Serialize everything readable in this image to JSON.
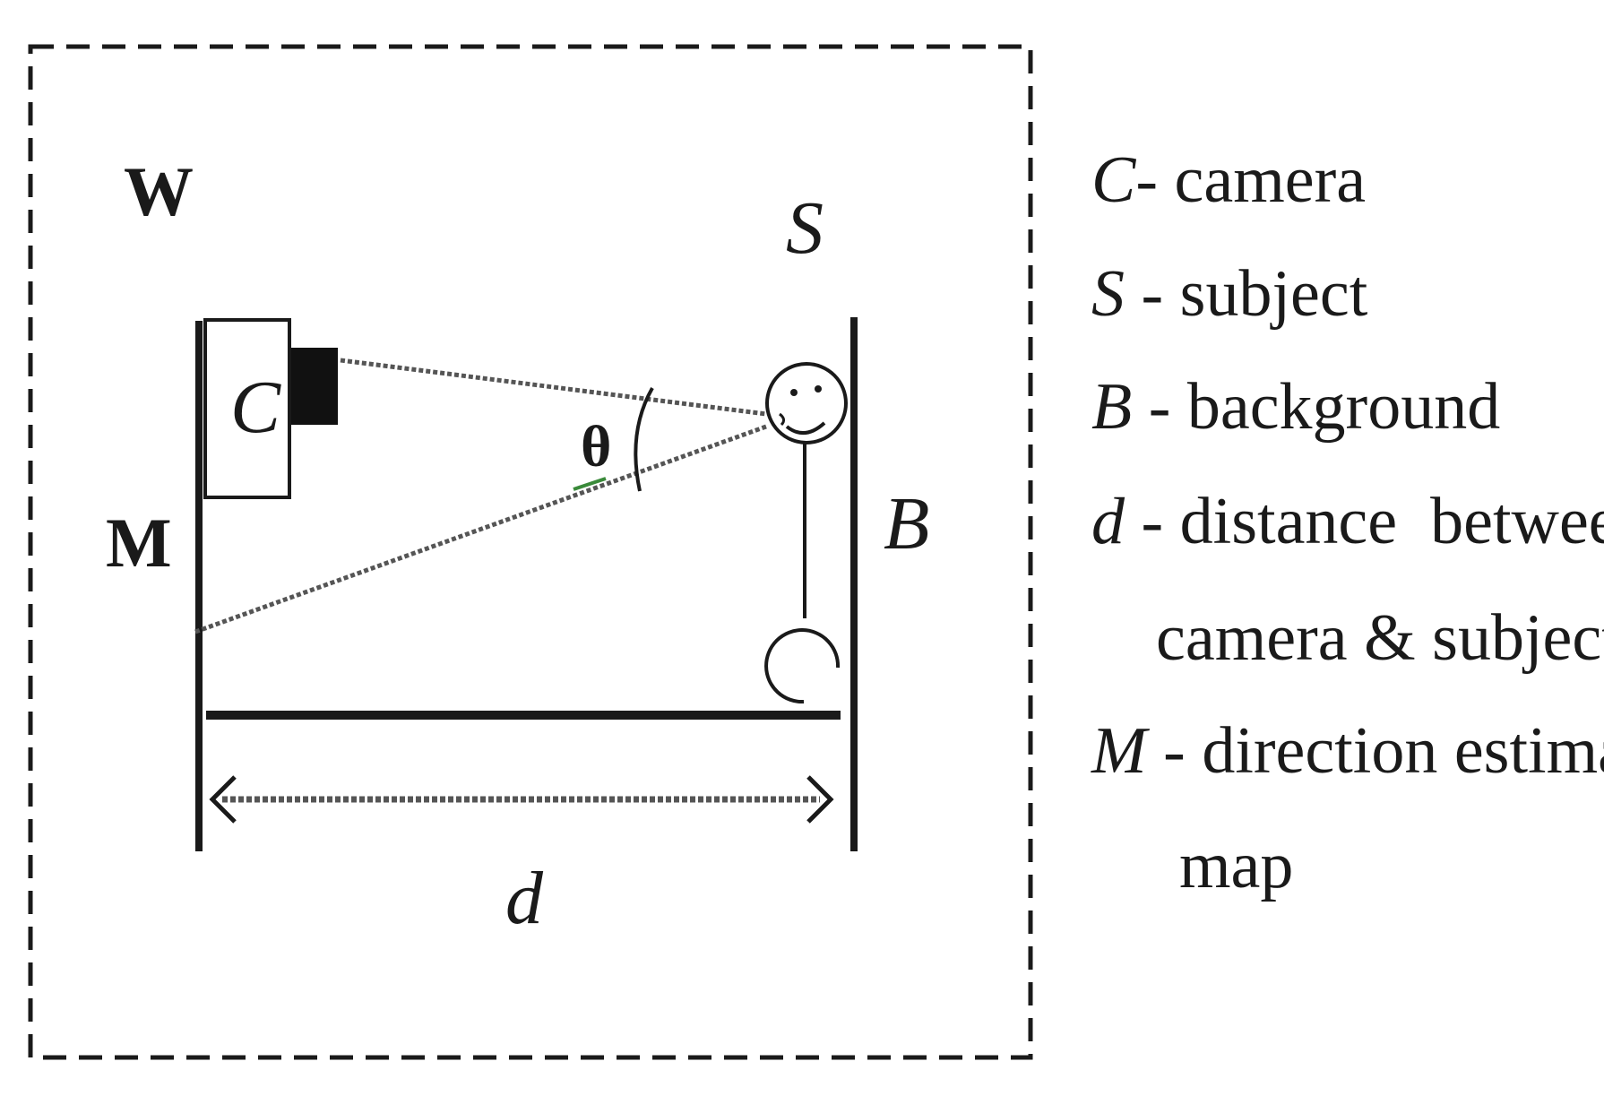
{
  "labels": {
    "w": "W",
    "m": "M",
    "c": "C",
    "s": "S",
    "b": "B",
    "theta": "θ",
    "d": "d"
  },
  "legend": [
    {
      "key": "C",
      "sep": "- ",
      "text": "camera"
    },
    {
      "key": "S",
      "sep": " - ",
      "text": "subject"
    },
    {
      "key": "B",
      "sep": " - ",
      "text": "background"
    },
    {
      "key": "d",
      "sep": " - ",
      "text": "distance  between"
    },
    {
      "key": "",
      "sep": "",
      "text": "camera & subject"
    },
    {
      "key": "M",
      "sep": " - ",
      "text": "direction estimation"
    },
    {
      "key": "",
      "sep": "",
      "text": "map"
    }
  ],
  "colors": {
    "ink": "#1a1a1a",
    "ray": "#555555",
    "accent": "#3a8a3a"
  }
}
